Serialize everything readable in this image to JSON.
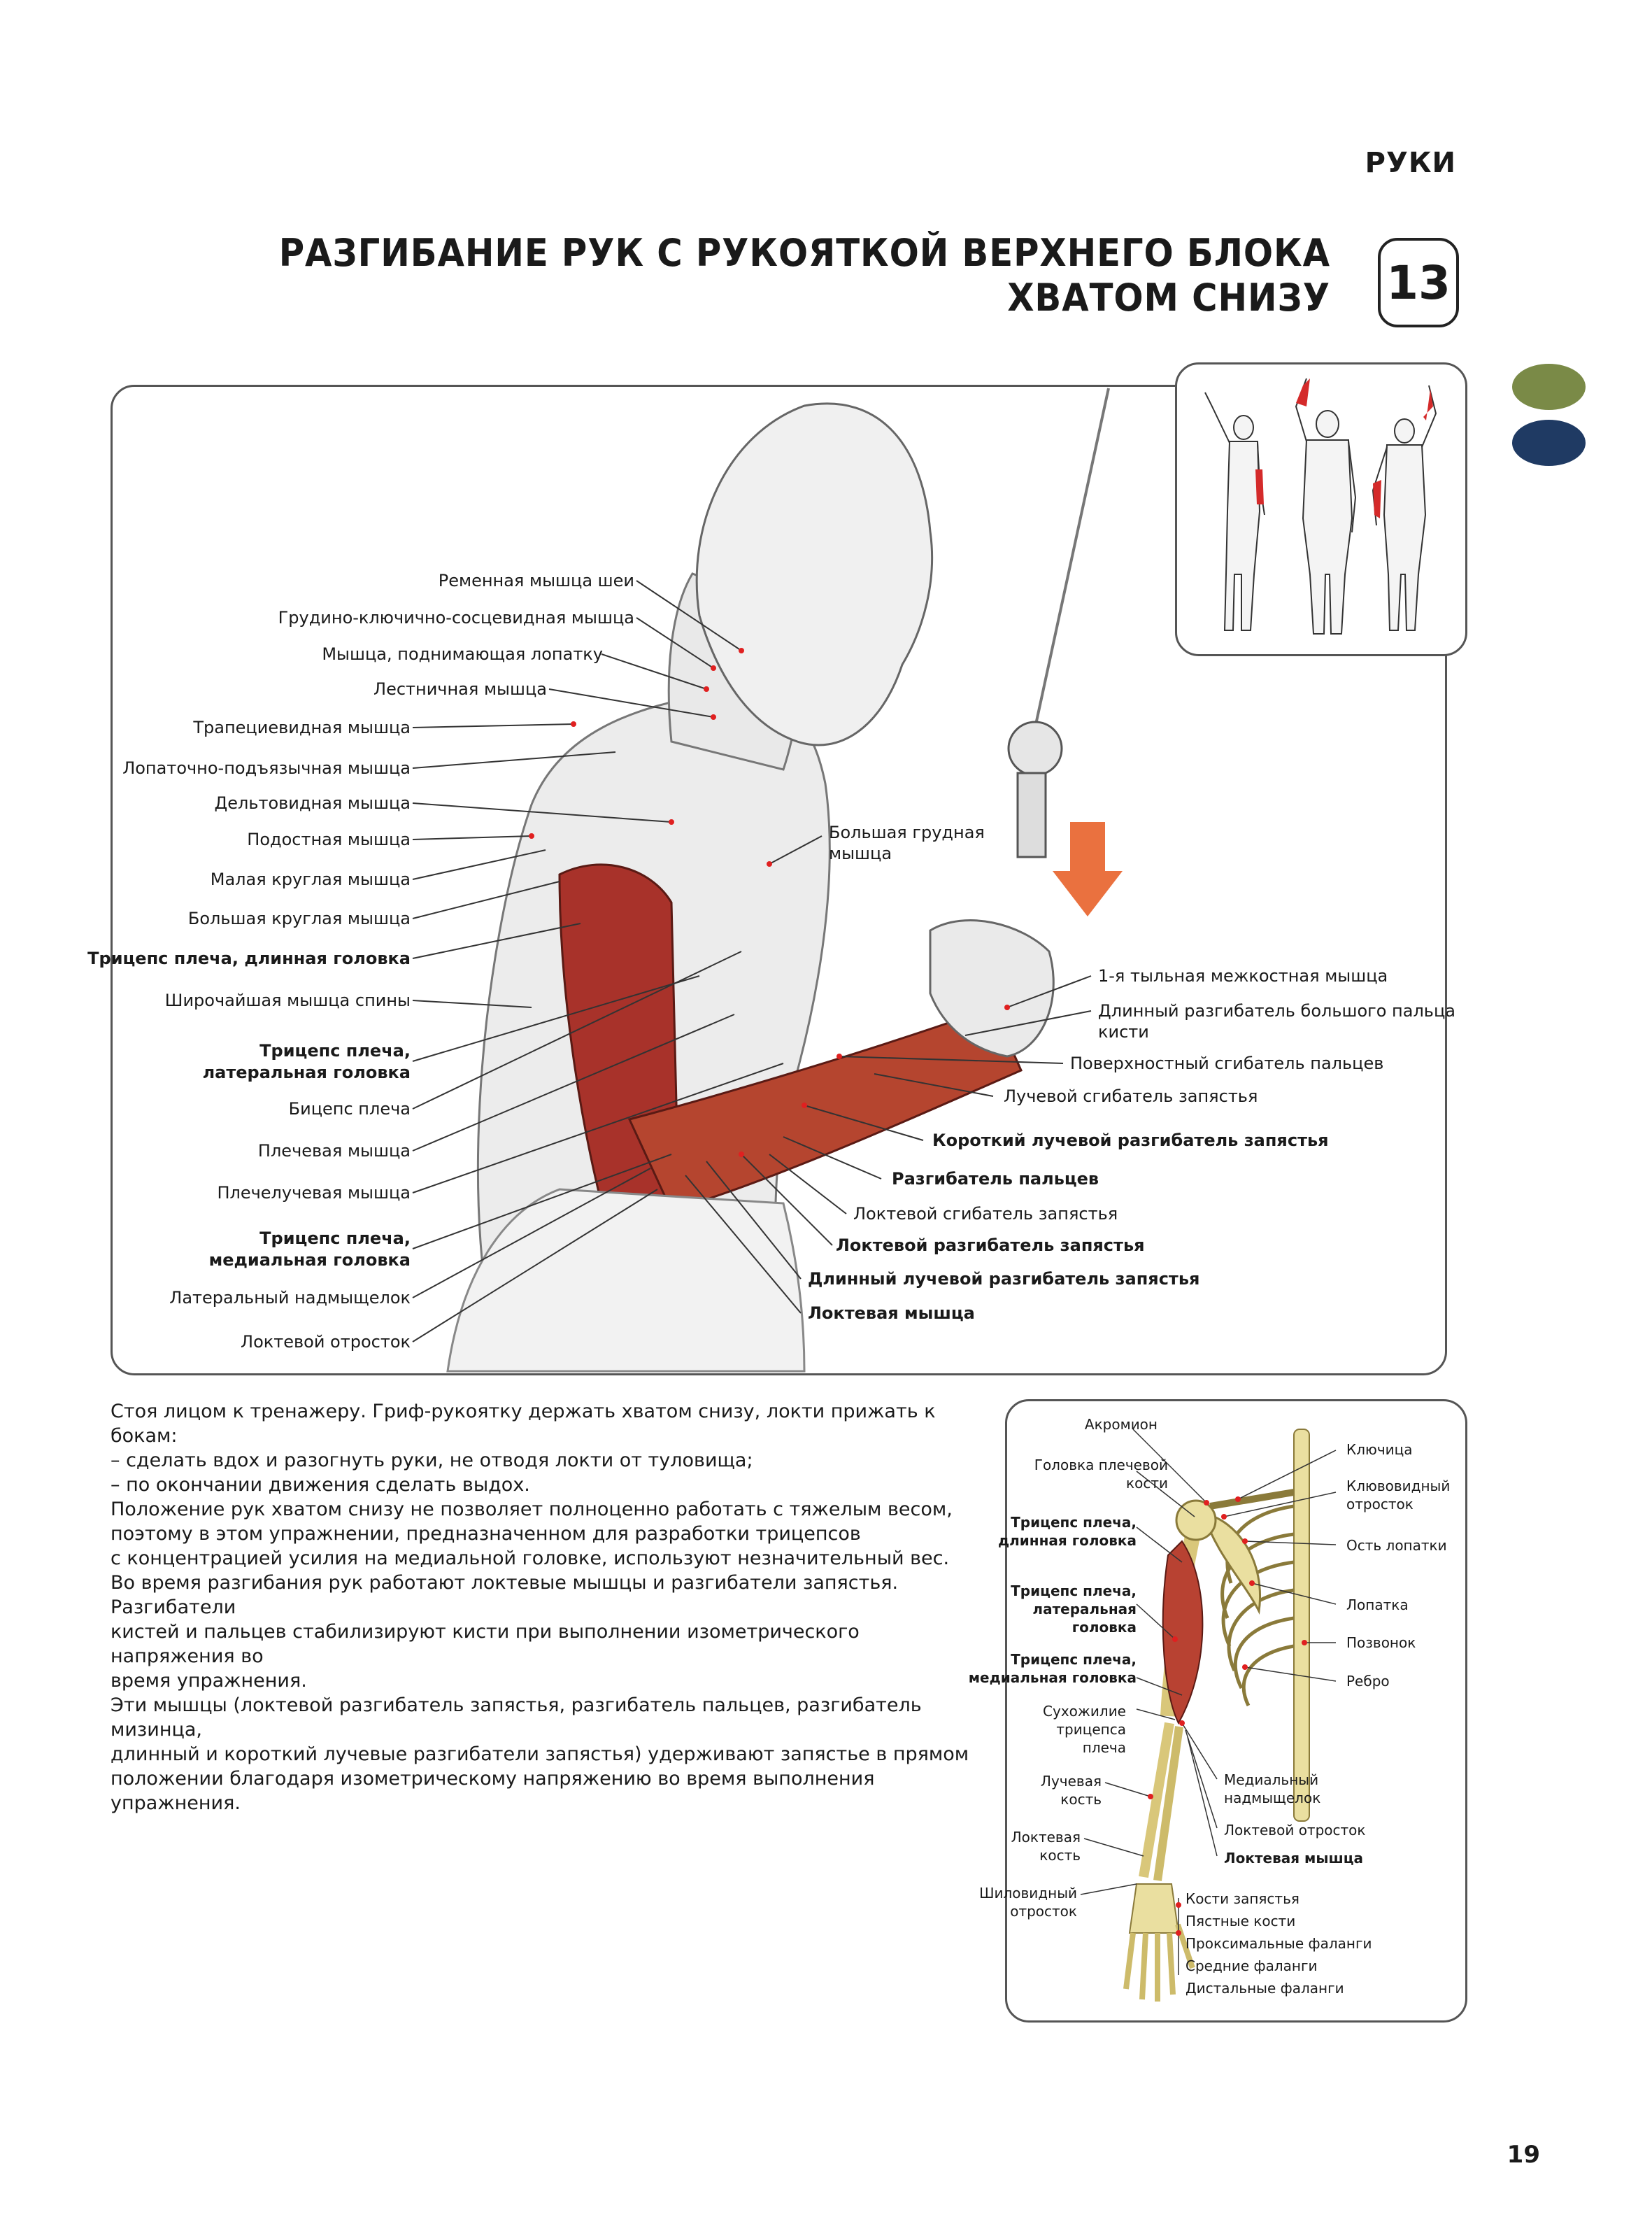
{
  "header": {
    "section": "РУКИ",
    "title_line1": "РАЗГИБАНИЕ РУК С РУКОЯТКОЙ ВЕРХНЕГО БЛОКА",
    "title_line2": "ХВАТОМ СНИЗУ",
    "exercise_number": "13"
  },
  "tabs": {
    "colors": [
      "#7a8a47",
      "#1f3a63"
    ]
  },
  "main_labels_left": [
    "Ременная мышца шеи",
    "Грудино-ключично-сосцевидная мышца",
    "Мышца, поднимающая лопатку",
    "Лестничная мышца",
    "Трапециевидная мышца",
    "Лопаточно-подъязычная мышца",
    "Дельтовидная мышца",
    "Подостная мышца",
    "Малая круглая мышца",
    "Большая круглая мышца",
    "Трицепс плеча, длинная головка",
    "Широчайшая мышца спины",
    "Трицепс плеча,",
    "латеральная головка",
    "Бицепс плеча",
    "Плечевая мышца",
    "Плечелучевая мышца",
    "Трицепс плеча,",
    "медиальная головка",
    "Латеральный надмыщелок",
    "Локтевой отросток"
  ],
  "main_labels_right": [
    "Большая грудная",
    "мышца",
    "1-я тыльная межкостная мышца",
    "Длинный разгибатель большого пальца",
    "кисти",
    "Поверхностный сгибатель пальцев",
    "Лучевой сгибатель запястья",
    "Короткий лучевой разгибатель запястья",
    "Разгибатель пальцев",
    "Локтевой сгибатель запястья",
    "Локтевой разгибатель запястья",
    "Длинный лучевой разгибатель запястья",
    "Локтевая мышца"
  ],
  "description": [
    "Стоя лицом к тренажеру. Гриф-рукоятку держать хватом снизу, локти прижать к бокам:",
    "–  сделать вдох и разогнуть руки, не отводя локти от туловища;",
    "–  по окончании движения сделать выдох.",
    "Положение рук хватом снизу не позволяет полноценно работать с тяжелым весом,",
    "поэтому в этом упражнении, предназначенном для разработки трицепсов",
    "с концентрацией усилия на медиальной головке, используют незначительный вес.",
    "Во время разгибания рук работают локтевые мышцы и разгибатели запястья. Разгибатели",
    "кистей и пальцев стабилизируют кисти при выполнении изометрического напряжения во",
    "время упражнения.",
    "Эти мышцы (локтевой разгибатель запястья, разгибатель пальцев, разгибатель мизинца,",
    "длинный и короткий лучевые разгибатели запястья) удерживают запястье в прямом",
    "положении благодаря изометрическому напряжению во время выполнения упражнения."
  ],
  "skeleton_labels_left": [
    "Акромион",
    "Головка плечевой",
    "кости",
    "Трицепс плеча,",
    "длинная головка",
    "Трицепс плеча,",
    "латеральная",
    "головка",
    "Трицепс плеча,",
    "медиальная головка",
    "Сухожилие",
    "трицепса",
    "плеча",
    "Лучевая",
    "кость",
    "Локтевая",
    "кость",
    "Шиловидный",
    "отросток"
  ],
  "skeleton_labels_right": [
    "Ключица",
    "Клювовидный",
    "отросток",
    "Ость лопатки",
    "Лопатка",
    "Позвонок",
    "Ребро",
    "Медиальный",
    "надмыщелок",
    "Локтевой отросток",
    "Локтевая мышца",
    "Кости запястья",
    "Пястные кости",
    "Проксимальные фаланги",
    "Средние фаланги",
    "Дистальные фаланги"
  ],
  "page_number": "19",
  "colors": {
    "muscle_red": "#a8322a",
    "arrow_orange": "#e8622a",
    "marker_red": "#e02020"
  }
}
